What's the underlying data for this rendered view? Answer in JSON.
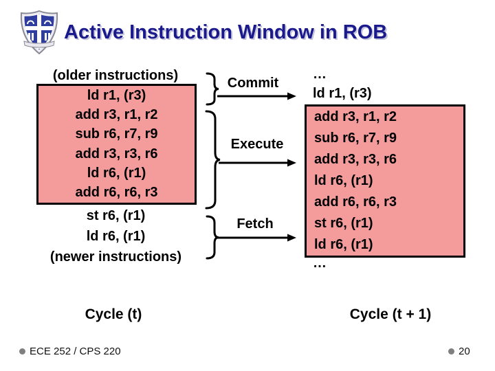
{
  "slide": {
    "title": "Active Instruction Window in ROB",
    "logo_icon": "university-crest"
  },
  "left_column": {
    "header": "(older instructions)",
    "window_rows": [
      "ld r1, (r3)",
      "add r3, r1, r2",
      "sub r6, r7, r9",
      "add r3, r3, r6",
      "ld r6, (r1)",
      "add r6, r6, r3"
    ],
    "below_rows": [
      "st r6, (r1)",
      "ld r6, (r1)"
    ],
    "footer_label": "(newer instructions)",
    "cycle_label": "Cycle (t)"
  },
  "stages": [
    {
      "label": "Commit"
    },
    {
      "label": "Execute"
    },
    {
      "label": "Fetch"
    }
  ],
  "right_column": {
    "above_rows": [
      "…",
      "ld r1, (r3)"
    ],
    "window_rows": [
      "add r3, r1, r2",
      "sub r6, r7, r9",
      "add r3, r3, r6",
      "ld r6, (r1)",
      "add r6, r6, r3",
      "st r6, (r1)",
      "ld r6, (r1)"
    ],
    "below_rows": [
      "…"
    ],
    "cycle_label": "Cycle (t + 1)"
  },
  "footer": {
    "left_text": "ECE 252 / CPS 220",
    "right_text": "20",
    "bullet_icon": "circle-bullet"
  },
  "colors": {
    "window_fill": "#F49C9C",
    "window_border": "#000000",
    "title_text": "#1A1A8C",
    "title_shadow": "#C5C5DE",
    "bullet_gray": "#7F7F7F"
  }
}
